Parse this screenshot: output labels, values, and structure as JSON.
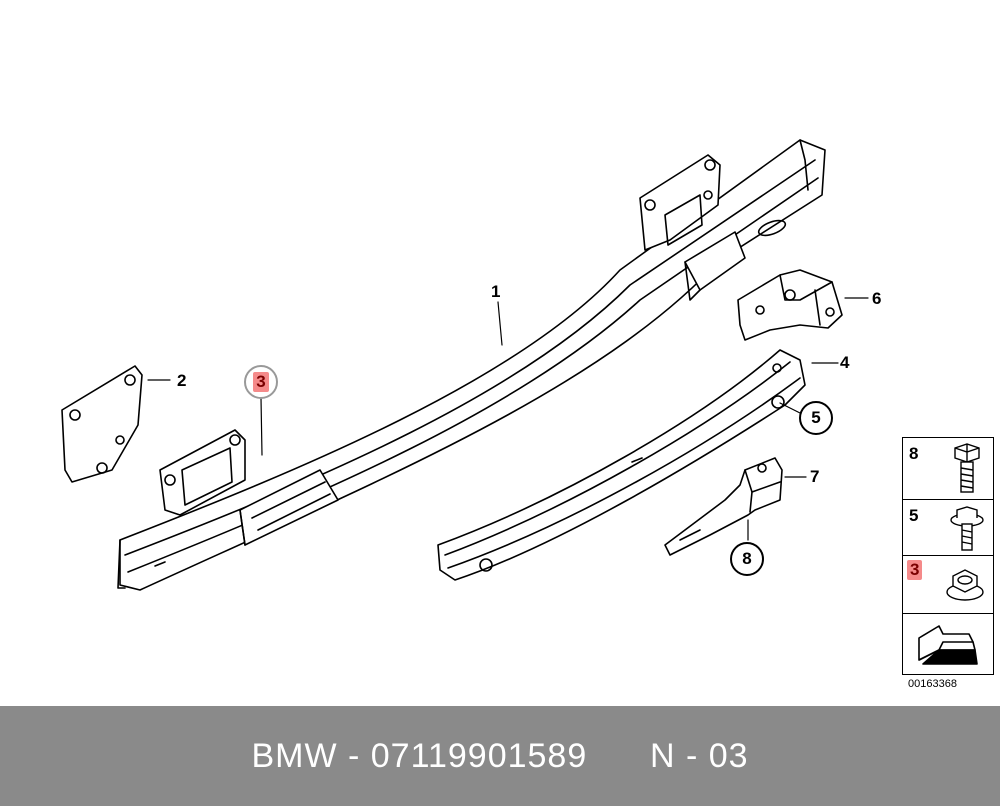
{
  "callouts": {
    "c1": "1",
    "c2": "2",
    "c3": "3",
    "c4": "4",
    "c5": "5",
    "c6": "6",
    "c7": "7",
    "c8": "8"
  },
  "legend": {
    "items": [
      {
        "number": "8",
        "icon": "hex-bolt-icon"
      },
      {
        "number": "5",
        "icon": "flange-screw-icon"
      },
      {
        "number": "3",
        "icon": "hex-nut-icon"
      }
    ],
    "arrow_icon": "direction-arrow-icon",
    "diagram_id": "00163368"
  },
  "footer": {
    "brand": "BMW",
    "sep1": " - ",
    "part_number": "07119901589",
    "gap": "      ",
    "position": "N - 03"
  },
  "colors": {
    "highlight": "#f58a8a",
    "footer_bg": "#8a8a8a",
    "line": "#000000"
  }
}
